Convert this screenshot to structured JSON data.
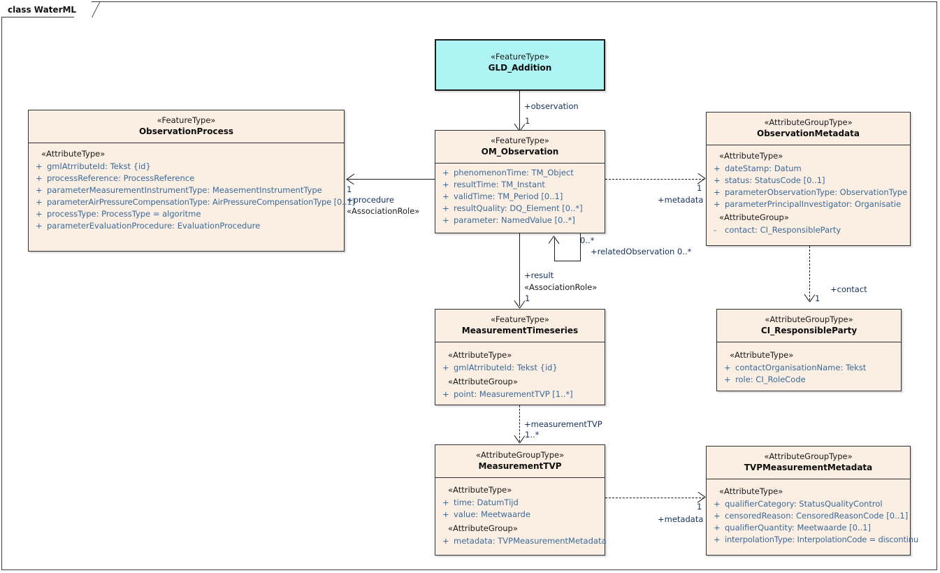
{
  "diagram": {
    "title": "class WaterML",
    "colors": {
      "class_fill": "#FBEEE2",
      "accent_fill": "#AFF4F4",
      "border": "#2F2F2F",
      "attribute_text": "#3A6A9A",
      "label_text": "#14305A"
    }
  },
  "classes": {
    "gld_addition": {
      "stereotype": "«FeatureType»",
      "name": "GLD_Addition",
      "attributes": []
    },
    "observation_process": {
      "stereotype": "«FeatureType»",
      "name": "ObservationProcess",
      "groups": [
        {
          "label": "«AttributeType»",
          "attributes": [
            {
              "visibility": "+",
              "signature": "gmlAtrributeId: Tekst {id}"
            },
            {
              "visibility": "+",
              "signature": "processReference: ProcessReference"
            },
            {
              "visibility": "+",
              "signature": "parameterMeasurementInstrumentType: MeasementInstrumentType"
            },
            {
              "visibility": "+",
              "signature": "parameterAirPressureCompensationType: AirPressureCompensationType [0..1]"
            },
            {
              "visibility": "+",
              "signature": "processType: ProcessType = algoritme"
            },
            {
              "visibility": "+",
              "signature": "parameterEvaluationProcedure: EvaluationProcedure"
            }
          ]
        }
      ]
    },
    "om_observation": {
      "stereotype": "«FeatureType»",
      "name": "OM_Observation",
      "groups": [
        {
          "label": "",
          "attributes": [
            {
              "visibility": "+",
              "signature": "phenomenonTime: TM_Object"
            },
            {
              "visibility": "+",
              "signature": "resultTime: TM_Instant"
            },
            {
              "visibility": "+",
              "signature": "validTime: TM_Period [0..1]"
            },
            {
              "visibility": "+",
              "signature": "resultQuality: DQ_Element [0..*]"
            },
            {
              "visibility": "+",
              "signature": "parameter: NamedValue [0..*]"
            }
          ]
        }
      ]
    },
    "observation_metadata": {
      "stereotype": "«AttributeGroupType»",
      "name": "ObservationMetadata",
      "groups": [
        {
          "label": "«AttributeType»",
          "attributes": [
            {
              "visibility": "+",
              "signature": "dateStamp: Datum"
            },
            {
              "visibility": "+",
              "signature": "status: StatusCode [0..1]"
            },
            {
              "visibility": "+",
              "signature": "parameterObservationType: ObservationType"
            },
            {
              "visibility": "+",
              "signature": "parameterPrincipalInvestigator: Organisatie"
            }
          ]
        },
        {
          "label": "«AttributeGroup»",
          "attributes": [
            {
              "visibility": "-",
              "signature": "contact: CI_ResponsibleParty"
            }
          ]
        }
      ]
    },
    "measurement_timeseries": {
      "stereotype": "«FeatureType»",
      "name": "MeasurementTimeseries",
      "groups": [
        {
          "label": "«AttributeType»",
          "attributes": [
            {
              "visibility": "+",
              "signature": "gmlAtrributeId: Tekst {id}"
            }
          ]
        },
        {
          "label": "«AttributeGroup»",
          "attributes": [
            {
              "visibility": "+",
              "signature": "point: MeasurementTVP [1..*]"
            }
          ]
        }
      ]
    },
    "ci_responsible_party": {
      "stereotype": "«AttributeGroupType»",
      "name": "CI_ResponsibleParty",
      "groups": [
        {
          "label": "«AttributeType»",
          "attributes": [
            {
              "visibility": "+",
              "signature": "contactOrganisationName: Tekst"
            },
            {
              "visibility": "+",
              "signature": "role: CI_RoleCode"
            }
          ]
        }
      ]
    },
    "measurement_tvp": {
      "stereotype": "«AttributeGroupType»",
      "name": "MeasurementTVP",
      "groups": [
        {
          "label": "«AttributeType»",
          "attributes": [
            {
              "visibility": "+",
              "signature": "time: DatumTijd"
            },
            {
              "visibility": "+",
              "signature": "value: Meetwaarde"
            }
          ]
        },
        {
          "label": "«AttributeGroup»",
          "attributes": [
            {
              "visibility": "+",
              "signature": "metadata: TVPMeasurementMetadata"
            }
          ]
        }
      ]
    },
    "tvp_measurement_metadata": {
      "stereotype": "«AttributeGroupType»",
      "name": "TVPMeasurementMetadata",
      "groups": [
        {
          "label": "«AttributeType»",
          "attributes": [
            {
              "visibility": "+",
              "signature": "qualifierCategory: StatusQualityControl"
            },
            {
              "visibility": "+",
              "signature": "censoredReason: CensoredReasonCode [0..1]"
            },
            {
              "visibility": "+",
              "signature": "qualifierQuantity: Meetwaarde [0..1]"
            },
            {
              "visibility": "+",
              "signature": "interpolationType: InterpolationCode = discontinu"
            }
          ]
        }
      ]
    }
  },
  "connectors": {
    "observation": {
      "role": "+observation",
      "multiplicity": "1"
    },
    "procedure": {
      "multiplicity": "1",
      "role": "+procedure",
      "stereotype": "«AssociationRole»"
    },
    "metadata_top": {
      "role": "+metadata",
      "multiplicity": "1"
    },
    "related_observation": {
      "multiplicity_near": "0..*",
      "role": "+relatedObservation 0..*"
    },
    "result": {
      "role": "+result",
      "stereotype": "«AssociationRole»",
      "multiplicity": "1"
    },
    "contact": {
      "role": "+contact",
      "multiplicity": "1"
    },
    "measurement_tvp": {
      "role": "+measurementTVP",
      "multiplicity": "1..*"
    },
    "metadata_bottom": {
      "role": "+metadata",
      "multiplicity": "1"
    }
  }
}
